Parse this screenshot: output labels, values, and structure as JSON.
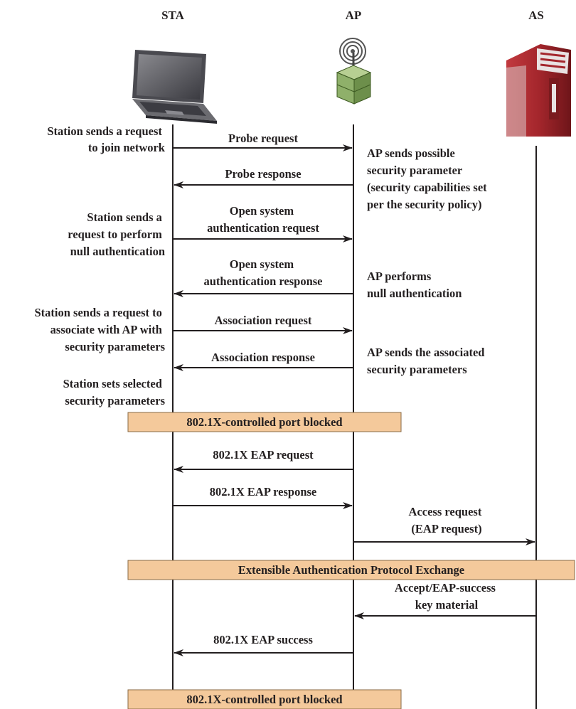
{
  "headers": {
    "sta": "STA",
    "ap": "AP",
    "as": "AS"
  },
  "icons": {
    "sta": "laptop-icon",
    "ap": "wireless-access-point-icon",
    "as": "server-tower-icon"
  },
  "colors": {
    "band_fill": "#f4c99b",
    "line": "#231f20",
    "server": "#a4262c",
    "ap_box": "#8fb06a"
  },
  "notes_left": [
    [
      "Station sends a request",
      "to join network"
    ],
    [
      "Station sends a",
      "request to perform",
      "null authentication"
    ],
    [
      "Station sends a request to",
      "associate with AP with",
      "security parameters"
    ],
    [
      "Station sets selected",
      "security parameters"
    ]
  ],
  "notes_right": [
    [
      "AP sends possible",
      "security parameter",
      "(security capabilities set",
      "per the security policy)"
    ],
    [
      "AP performs",
      "null authentication"
    ],
    [
      "AP sends the associated",
      "security parameters"
    ]
  ],
  "messages": [
    {
      "from": "sta",
      "to": "ap",
      "label": [
        "Probe request"
      ]
    },
    {
      "from": "ap",
      "to": "sta",
      "label": [
        "Probe response"
      ]
    },
    {
      "from": "sta",
      "to": "ap",
      "label": [
        "Open system",
        "authentication request"
      ]
    },
    {
      "from": "ap",
      "to": "sta",
      "label": [
        "Open system",
        "authentication  response"
      ]
    },
    {
      "from": "sta",
      "to": "ap",
      "label": [
        "Association request"
      ]
    },
    {
      "from": "ap",
      "to": "sta",
      "label": [
        "Association response"
      ]
    },
    {
      "from": "ap",
      "to": "sta",
      "label": [
        "802.1X EAP request"
      ]
    },
    {
      "from": "sta",
      "to": "ap",
      "label": [
        "802.1X EAP response"
      ]
    },
    {
      "from": "ap",
      "to": "as",
      "label": [
        "Access request",
        "(EAP request)"
      ]
    },
    {
      "from": "as",
      "to": "ap",
      "label": [
        "Accept/EAP-success",
        "key material"
      ]
    },
    {
      "from": "ap",
      "to": "sta",
      "label": [
        "802.1X EAP success"
      ]
    }
  ],
  "bands": [
    "802.1X-controlled port blocked",
    "Extensible Authentication Protocol Exchange",
    "802.1X-controlled port blocked"
  ]
}
